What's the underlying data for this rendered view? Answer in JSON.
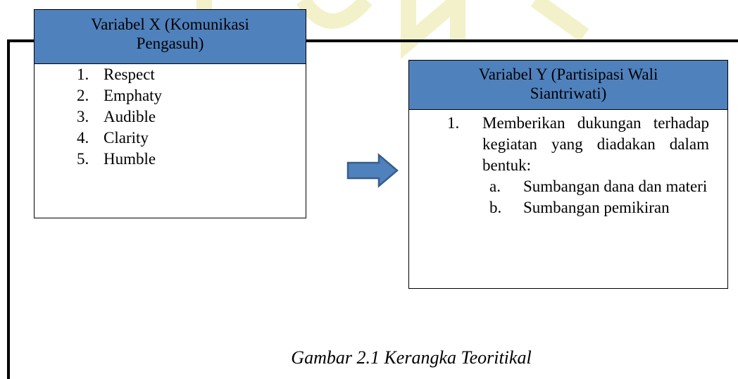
{
  "box_x": {
    "title_line1": "Variabel X (Komunikasi",
    "title_line2": "Pengasuh)",
    "header_color": "#4f81bd",
    "items": [
      {
        "num": "1.",
        "label": "Respect"
      },
      {
        "num": "2.",
        "label": "Emphaty"
      },
      {
        "num": "3.",
        "label": "Audible"
      },
      {
        "num": "4.",
        "label": "Clarity"
      },
      {
        "num": "5.",
        "label": "Humble"
      }
    ]
  },
  "box_y": {
    "title_line1": "Variabel Y (Partisipasi Wali",
    "title_line2": "Siantriwati)",
    "header_color": "#4f81bd",
    "item": {
      "num": "1.",
      "text": "Memberikan dukungan terhadap kegiatan yang diadakan dalam bentuk:",
      "subitems": [
        {
          "letter": "a.",
          "text": "Sumbangan dana dan materi"
        },
        {
          "letter": "b.",
          "text": "Sumbangan pemikiran"
        }
      ]
    }
  },
  "arrow": {
    "icon": "right-arrow-icon",
    "fill": "#4f81bd",
    "stroke": "#385d8a"
  },
  "watermark_color": "#f2f2c8",
  "caption": "Gambar 2.1 Kerangka Teoritikal"
}
